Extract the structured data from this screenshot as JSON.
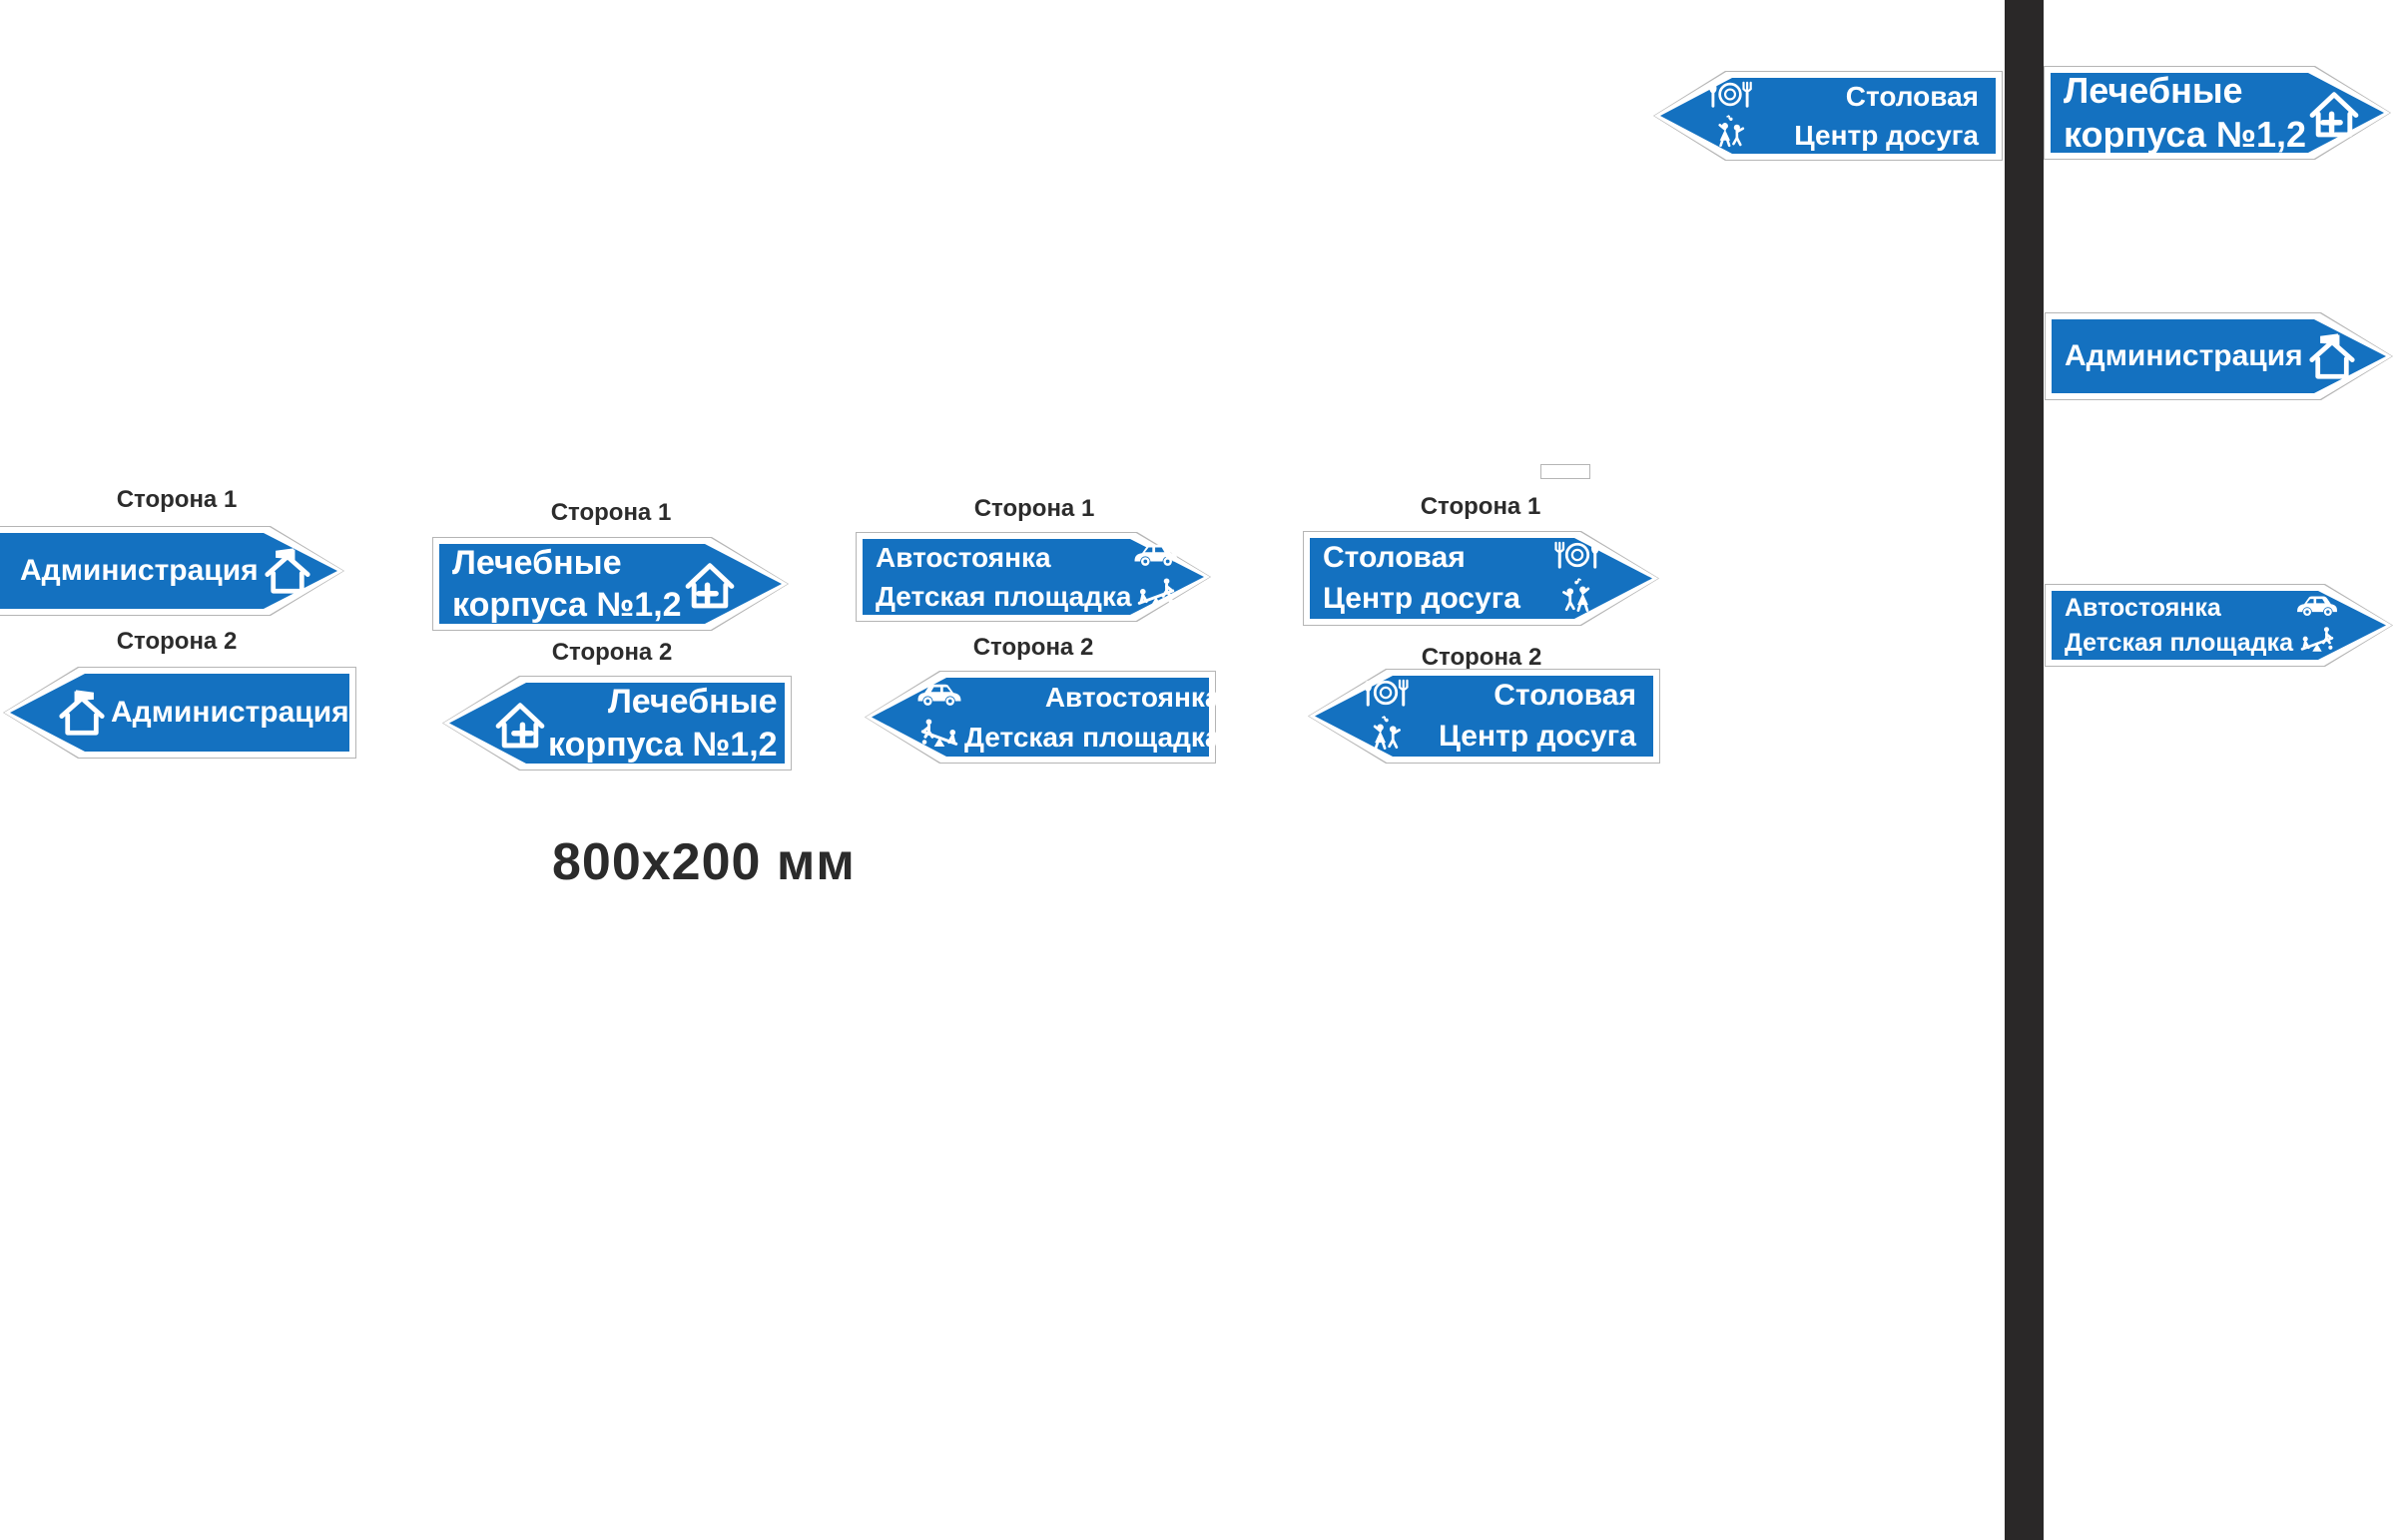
{
  "colors": {
    "sign_blue": "#1471c0",
    "pole_dark": "#2a2828",
    "outline_gray": "#b5b5b5",
    "sign_text_white": "#ffffff",
    "label_text_black": "#2c2c2c"
  },
  "labels": {
    "side1": "Сторона 1",
    "side2": "Сторона 2",
    "size_note": "800x200 мм"
  },
  "signs": {
    "admin": {
      "line1": "Администрация",
      "icon": "building-flag-icon"
    },
    "medical": {
      "line1": "Лечебные",
      "line2": "корпуса №1,2",
      "icon": "medical-house-icon"
    },
    "parking": {
      "line1": "Автостоянка",
      "line2": "Детская площадка",
      "icon_top": "car-icon",
      "icon_bottom": "playground-icon"
    },
    "dining": {
      "line1": "Столовая",
      "line2": "Центр досуга",
      "icon_top": "cutlery-plate-icon",
      "icon_bottom": "dancers-icon"
    }
  }
}
